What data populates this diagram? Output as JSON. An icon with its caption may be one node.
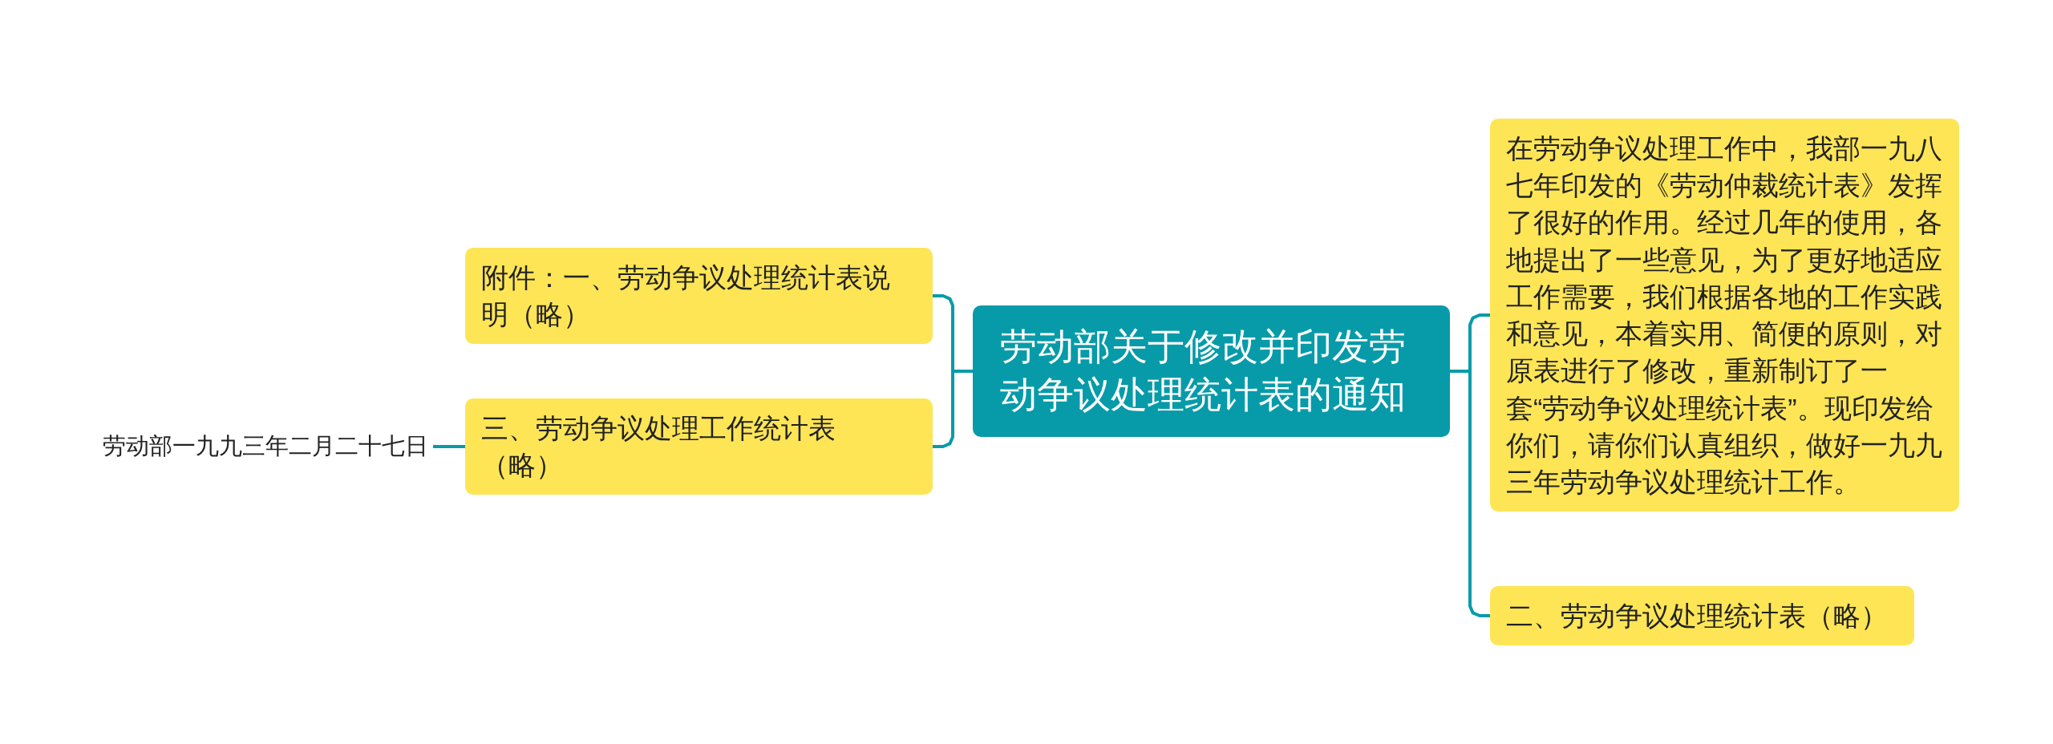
{
  "diagram": {
    "nodes": [
      {
        "text": [
          "劳动部关于修改并印发劳动争议处理统计表的通知"
        ]
      },
      {
        "text": [
          "附件：一、劳动争议处理统计表说明（略）"
        ]
      },
      {
        "text": [
          "三、劳动争议处理工作统计表（略）"
        ]
      },
      {
        "text": [
          "劳动部一九九三年二月二十七日"
        ]
      },
      {
        "text": [
          "在劳动争议处理工作中，我部一九八七年印发的《劳动仲裁统计表》发挥了很好的作用。经过几年的使用，各地提出了一些意见，为了更好地适应工作需要，我们根据各地的工作实践和意见，本着实用、简便的原则，对原表进行了修改，重新制订了一套“劳动争议处理统计表”。现印发给你们，请你们认真组织，做好一九九三年劳动争议处理统计工作。"
        ]
      },
      {
        "text": [
          "二、劳动争议处理统计表（略）"
        ]
      }
    ],
    "edges": [
      {
        "from": 0,
        "to": 1,
        "arrow": "none"
      },
      {
        "from": 0,
        "to": 2,
        "arrow": "none"
      },
      {
        "from": 2,
        "to": 3,
        "arrow": "none"
      },
      {
        "from": 0,
        "to": 4,
        "arrow": "none"
      },
      {
        "from": 0,
        "to": 5,
        "arrow": "none"
      }
    ]
  }
}
